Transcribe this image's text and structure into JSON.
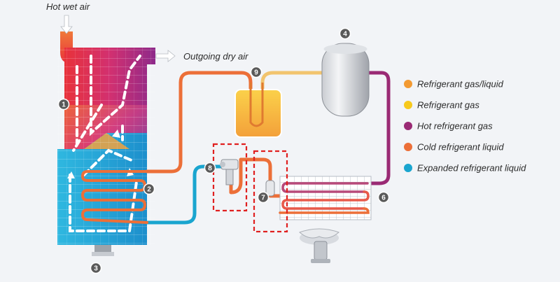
{
  "labels": {
    "air_in": "Hot wet air",
    "air_out": "Outgoing dry air"
  },
  "components": [
    {
      "number": "1"
    },
    {
      "number": "2"
    },
    {
      "number": "3"
    },
    {
      "number": "4"
    },
    {
      "number": "6"
    },
    {
      "number": "7"
    },
    {
      "number": "8"
    },
    {
      "number": "9"
    }
  ],
  "legend": [
    {
      "text": "Refrigerant gas/liquid",
      "color": "#f39a32"
    },
    {
      "text": "Refrigerant gas",
      "color": "#f7c91c"
    },
    {
      "text": "Hot refrigerant gas",
      "color": "#9a2a74"
    },
    {
      "text": "Cold refrigerant liquid",
      "color": "#ec6f38"
    },
    {
      "text": "Expanded refrigerant liquid",
      "color": "#1aa5cf"
    }
  ],
  "colors": {
    "hot_gas": "#9a2a74",
    "cold_liquid": "#ec6f38",
    "expanded_liquid": "#1aa5cf",
    "gas_liquid": "#f39a32",
    "gas": "#f7c91c",
    "highlight_box": "#e02020",
    "badge": "#5a5a5a"
  }
}
